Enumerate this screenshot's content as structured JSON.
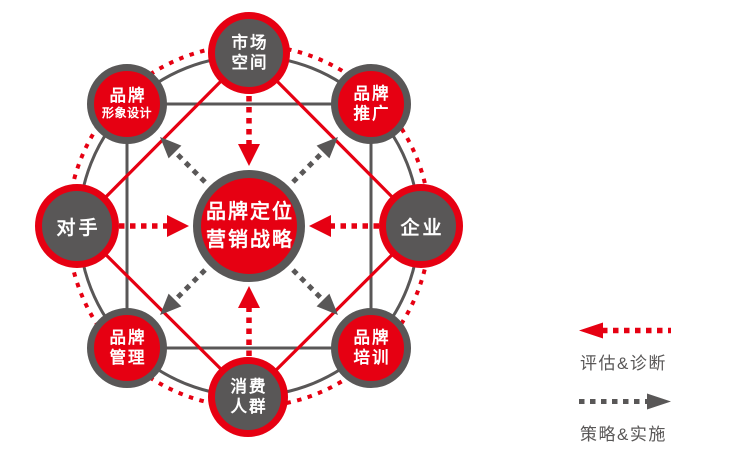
{
  "diagram": {
    "title_semantic": "brand-positioning-marketing-strategy-wheel",
    "center_node": {
      "line1": "品牌定位",
      "line2": "营销战略"
    },
    "nodes": [
      {
        "id": "market-space",
        "position": "top",
        "style": "gray-fill-red-ring",
        "line1": "市场",
        "line2": "空间"
      },
      {
        "id": "brand-promotion",
        "position": "top-right",
        "style": "red-fill-gray-ring",
        "line1": "品牌",
        "line2": "推广"
      },
      {
        "id": "enterprise",
        "position": "right",
        "style": "gray-fill-red-ring",
        "line1": "企业"
      },
      {
        "id": "brand-training",
        "position": "bottom-right",
        "style": "red-fill-gray-ring",
        "line1": "品牌",
        "line2": "培训"
      },
      {
        "id": "consumer-group",
        "position": "bottom",
        "style": "gray-fill-red-ring",
        "line1": "消费",
        "line2": "人群"
      },
      {
        "id": "brand-management",
        "position": "bottom-left",
        "style": "red-fill-gray-ring",
        "line1": "品牌",
        "line2": "管理"
      },
      {
        "id": "competitor",
        "position": "left",
        "style": "gray-fill-red-ring",
        "line1": "对手"
      },
      {
        "id": "brand-image-design",
        "position": "top-left",
        "style": "red-fill-gray-ring",
        "line1": "品牌",
        "line2": "形象设计"
      }
    ],
    "arrows": {
      "inward_red_dashed": [
        "market-space→center",
        "enterprise→center",
        "consumer-group→center",
        "competitor→center"
      ],
      "outward_gray_dashed": [
        "center→brand-image-design",
        "center→brand-promotion",
        "center→brand-training",
        "center→brand-management"
      ]
    },
    "colors": {
      "red": "#e60012",
      "gray": "#595757",
      "text_on_node": "#ffffff",
      "background": "#ffffff"
    }
  },
  "legend": {
    "items": [
      {
        "id": "evaluation-diagnosis",
        "arrow": "red-dashed-arrow-left",
        "label": "评估&诊断"
      },
      {
        "id": "strategy-implementation",
        "arrow": "gray-dashed-arrow-right",
        "label": "策略&实施"
      }
    ]
  }
}
